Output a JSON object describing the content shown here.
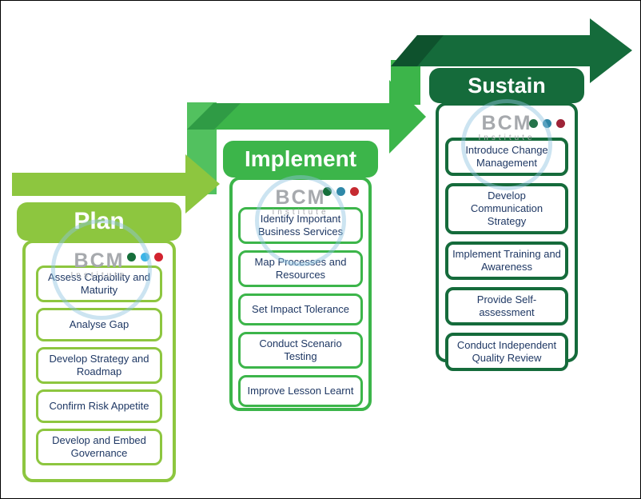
{
  "background_color": "#ffffff",
  "item_text_color": "#1f3864",
  "header_text_color": "#ffffff",
  "phases": [
    {
      "title": "Plan",
      "color": "#8dc63f",
      "items": [
        "Assess Capability and Maturity",
        "Analyse Gap",
        "Develop Strategy and Roadmap",
        "Confirm Risk Appetite",
        "Develop and Embed Governance"
      ],
      "dots": [
        "#156e3a",
        "#3db4e6",
        "#d2232f"
      ]
    },
    {
      "title": "Implement",
      "color": "#3cb54a",
      "items": [
        "Identify Important Business Services",
        "Map Processes and Resources",
        "Set Impact Tolerance",
        "Conduct Scenario Testing",
        "Improve Lesson Learnt"
      ],
      "dots": [
        "#156e3a",
        "#2f88a8",
        "#c62a31"
      ]
    },
    {
      "title": "Sustain",
      "color": "#156b3b",
      "items": [
        "Introduce Change Management",
        "Develop Communication Strategy",
        "Implement Training and Awareness",
        "Provide Self-assessment",
        "Conduct Independent Quality Review"
      ],
      "dots": [
        "#25734a",
        "#2f86a6",
        "#9e2438"
      ]
    }
  ],
  "watermark": {
    "brand": "BCM",
    "subtitle": "Institute",
    "text_color": "#a6a9ad",
    "ring_color": "#8fc3e0"
  },
  "arrows": {
    "plan": {
      "color": "#8dc63f"
    },
    "implement": {
      "color": "#3cb54a",
      "riser": "#52c15f",
      "fold": "#2f9b45"
    },
    "sustain": {
      "color": "#156b3b",
      "riser": "#3cb54a",
      "fold": "#0e522d"
    }
  }
}
